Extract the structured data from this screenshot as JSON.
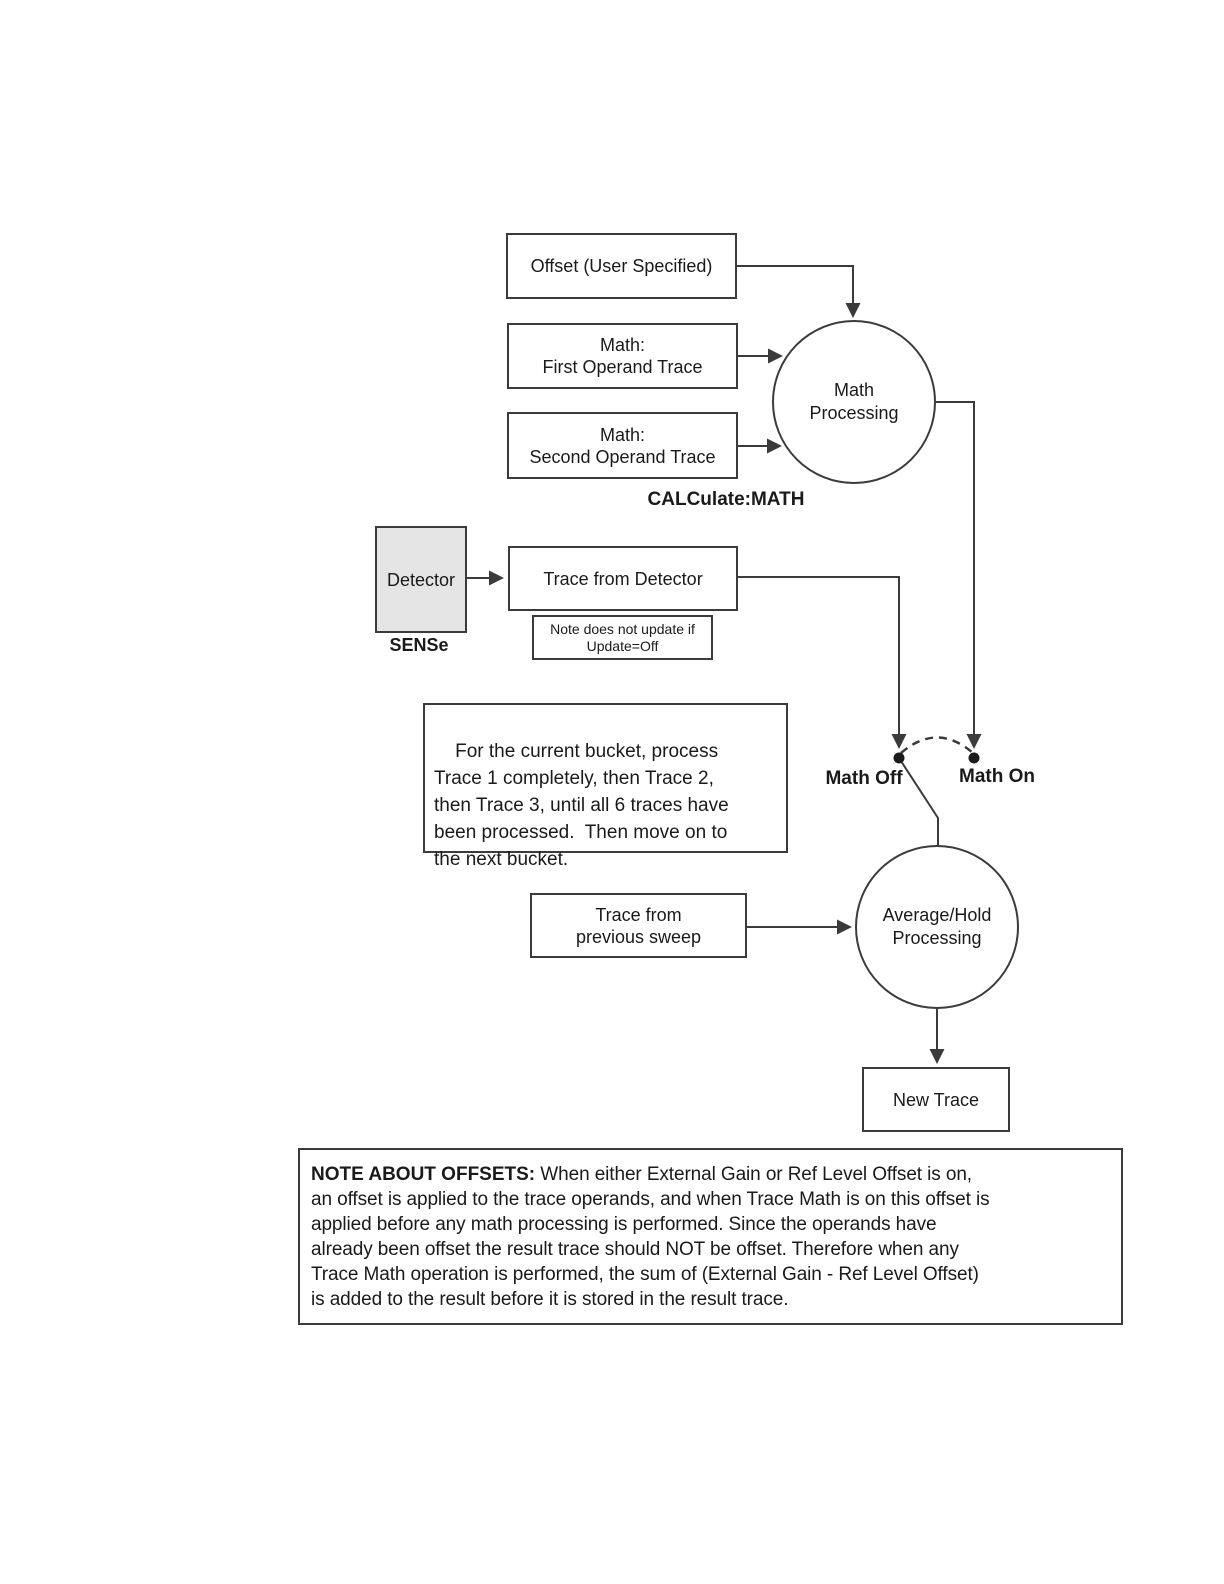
{
  "nodes": {
    "offset_box": {
      "label": "Offset (User Specified)"
    },
    "first_operand_box": {
      "line1": "Math:",
      "line2": "First Operand Trace"
    },
    "second_operand_box": {
      "line1": "Math:",
      "line2": "Second Operand Trace"
    },
    "calculate_math_label": "CALCulate:MATH",
    "detector_box": {
      "label": "Detector"
    },
    "sense_label": "SENSe",
    "trace_from_detector_box": {
      "label": "Trace from Detector"
    },
    "update_note_box": {
      "line1": "Note does not update if",
      "line2": "Update=Off"
    },
    "math_processing_circle": {
      "line1": "Math",
      "line2": "Processing"
    },
    "bucket_note": {
      "text": "For the current bucket, process\nTrace 1 completely, then Trace 2,\nthen Trace 3, until all 6 traces have\nbeen processed.  Then move on to\nthe next bucket."
    },
    "math_off_label": "Math Off",
    "math_on_label": "Math On",
    "prev_sweep_box": {
      "line1": "Trace from",
      "line2": "previous sweep"
    },
    "avg_hold_circle": {
      "line1": "Average/Hold",
      "line2": "Processing"
    },
    "new_trace_box": {
      "label": "New Trace"
    },
    "offsets_note": {
      "title": "NOTE ABOUT OFFSETS:",
      "body": " When either External Gain or Ref Level Offset is on,\nan offset is applied to the trace operands, and when Trace Math is on this offset is\napplied before any math processing is performed. Since the operands have\nalready been offset the result trace should NOT be offset.  Therefore when any\nTrace Math operation is performed, the sum of (External Gain - Ref Level Offset)\nis added to the result before it is stored in the result trace."
    }
  },
  "colors": {
    "line": "#3b3b3b",
    "text": "#1a1a1a",
    "detector_fill": "#e5e5e5",
    "background": "#ffffff"
  }
}
